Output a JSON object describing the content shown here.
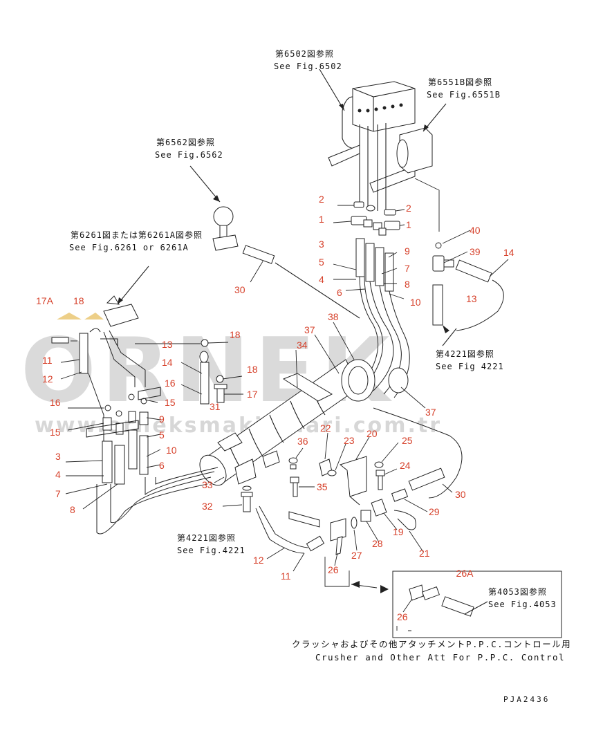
{
  "references": [
    {
      "jp": "第6502図参照",
      "en": "See Fig.6502"
    },
    {
      "jp": "第6551B図参照",
      "en": "See Fig.6551B"
    },
    {
      "jp": "第6562図参照",
      "en": "See Fig.6562"
    },
    {
      "jp": "第6261図または第6261A図参照",
      "en": "See Fig.6261 or 6261A"
    },
    {
      "jp": "第4221図参照",
      "en": "See Fig 4221"
    },
    {
      "jp": "第4221図参照",
      "en": "See Fig.4221"
    },
    {
      "jp": "第4053図参照",
      "en": "See Fig.4053"
    }
  ],
  "callouts": [
    "2",
    "1",
    "2",
    "1",
    "3",
    "5",
    "4",
    "6",
    "9",
    "7",
    "8",
    "10",
    "40",
    "39",
    "14",
    "13",
    "30",
    "17A",
    "18",
    "11",
    "12",
    "16",
    "15",
    "3",
    "4",
    "7",
    "8",
    "13",
    "18",
    "14",
    "16",
    "18",
    "17",
    "31",
    "9",
    "5",
    "10",
    "6",
    "15",
    "34",
    "37",
    "38",
    "37",
    "36",
    "22",
    "23",
    "20",
    "25",
    "24",
    "35",
    "33",
    "32",
    "30",
    "29",
    "19",
    "21",
    "28",
    "27",
    "12",
    "11",
    "26",
    "26A",
    "26"
  ],
  "watermark": {
    "brand": "ORNEK",
    "url": "www.orneksmakinalari.com.tr"
  },
  "box_label": "26A",
  "caption": {
    "jp": "クラッシャおよびその他アタッチメントP.P.C.コントロール用",
    "en": "Crusher and Other Att For P.P.C. Control"
  },
  "drawing_code": "PJA2436"
}
